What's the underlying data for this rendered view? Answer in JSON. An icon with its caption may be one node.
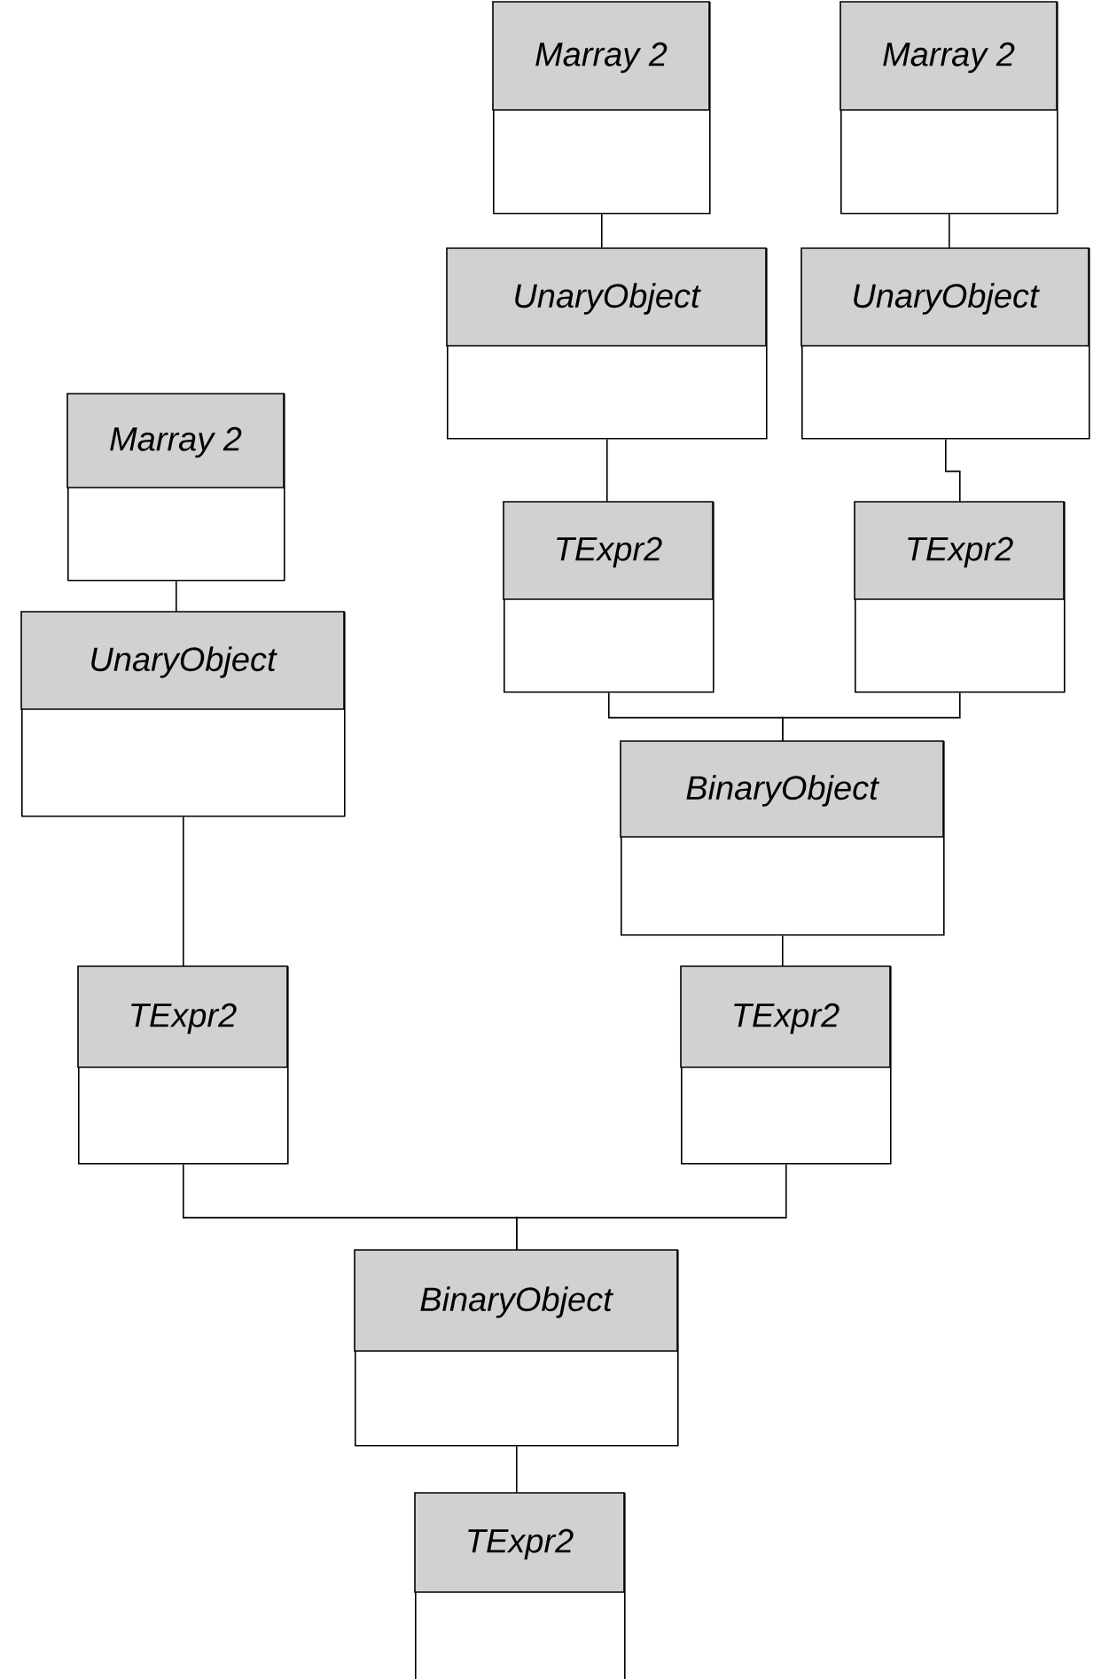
{
  "diagram": {
    "nodes": [
      {
        "text": [
          "Marray 2"
        ]
      },
      {
        "text": [
          "Marray 2"
        ]
      },
      {
        "text": [
          "UnaryObject"
        ]
      },
      {
        "text": [
          "UnaryObject"
        ]
      },
      {
        "text": [
          "Marray 2"
        ]
      },
      {
        "text": [
          "TExpr2"
        ]
      },
      {
        "text": [
          "TExpr2"
        ]
      },
      {
        "text": [
          "UnaryObject"
        ]
      },
      {
        "text": [
          "BinaryObject"
        ]
      },
      {
        "text": [
          "TExpr2"
        ]
      },
      {
        "text": [
          "TExpr2"
        ]
      },
      {
        "text": [
          "BinaryObject"
        ]
      },
      {
        "text": [
          "TExpr2"
        ]
      }
    ],
    "edges": [
      {
        "from": 0,
        "to": 2,
        "arrow": "none"
      },
      {
        "from": 1,
        "to": 3,
        "arrow": "none"
      },
      {
        "from": 2,
        "to": 5,
        "arrow": "none"
      },
      {
        "from": 3,
        "to": 6,
        "arrow": "none"
      },
      {
        "from": 5,
        "to": 8,
        "arrow": "none"
      },
      {
        "from": 6,
        "to": 8,
        "arrow": "none"
      },
      {
        "from": 4,
        "to": 7,
        "arrow": "none"
      },
      {
        "from": 7,
        "to": 9,
        "arrow": "none"
      },
      {
        "from": 8,
        "to": 10,
        "arrow": "none"
      },
      {
        "from": 9,
        "to": 11,
        "arrow": "none"
      },
      {
        "from": 10,
        "to": 11,
        "arrow": "none"
      },
      {
        "from": 11,
        "to": 12,
        "arrow": "none"
      }
    ]
  }
}
